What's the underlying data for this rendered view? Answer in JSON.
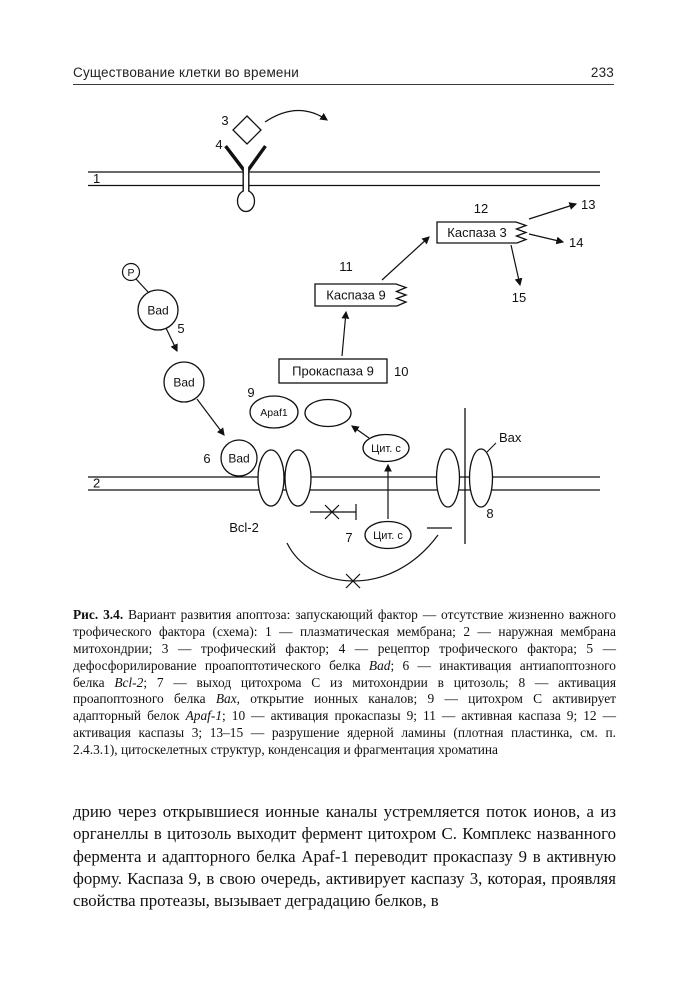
{
  "page": {
    "running_title": "Существование клетки во времени",
    "page_number": "233"
  },
  "figure": {
    "labels": {
      "n1": "1",
      "n2": "2",
      "n3": "3",
      "n4": "4",
      "n5": "5",
      "n6": "6",
      "n7": "7",
      "n8": "8",
      "n9": "9",
      "n10": "10",
      "n11": "11",
      "n12": "12",
      "n13": "13",
      "n14": "14",
      "n15": "15",
      "phosphate": "P",
      "bad": "Bad",
      "apaf1": "Apaf1",
      "cyt_c": "Цит. с",
      "bcl2": "Bcl-2",
      "bax": "Bax",
      "caspase3": "Каспаза 3",
      "caspase9": "Каспаза 9",
      "procaspase9": "Прокаспаза 9"
    }
  },
  "caption": {
    "segments": [
      {
        "text": "Рис. 3.4. ",
        "bold": true
      },
      {
        "text": "Вариант развития апоптоза: запускающий фактор — отсутствие жизненно важного трофического фактора (схема): 1 — плазматическая мембрана; 2 — наружная мембрана митохондрии; 3 — трофический фактор; 4 — рецептор трофического фактора; 5 — дефосфорилирование проапоптотического белка "
      },
      {
        "text": "Bad",
        "italic": true
      },
      {
        "text": "; 6 — инактивация антиапоптозного белка "
      },
      {
        "text": "Bcl-2",
        "italic": true
      },
      {
        "text": "; 7 — выход цитохрома С из митохондрии в цитозоль; 8 — активация проапоптозного белка "
      },
      {
        "text": "Bax",
        "italic": true
      },
      {
        "text": ", открытие ионных каналов; 9 — цитохром С активирует адапторный белок "
      },
      {
        "text": "Apaf-1",
        "italic": true
      },
      {
        "text": "; 10 — активация прокаспазы 9; 11 — активная каспаза 9; 12 — активация каспазы 3; 13–15 — разрушение ядерной ламины (плотная пластинка, см. п. 2.4.3.1), цитоскелетных структур, конденсация и фрагментация хроматина"
      }
    ]
  },
  "body_text": {
    "paragraph": "дрию через открывшиеся ионные каналы устремляется поток ионов, а из органеллы в цитозоль выходит фермент цитохром С. Комплекс названного фермента и адапторного белка Apaf-1 переводит прокаспазу 9 в активную форму. Каспаза 9, в свою очередь, активирует каспазу 3, которая, проявляя свойства протеазы, вызывает деградацию белков, в"
  }
}
